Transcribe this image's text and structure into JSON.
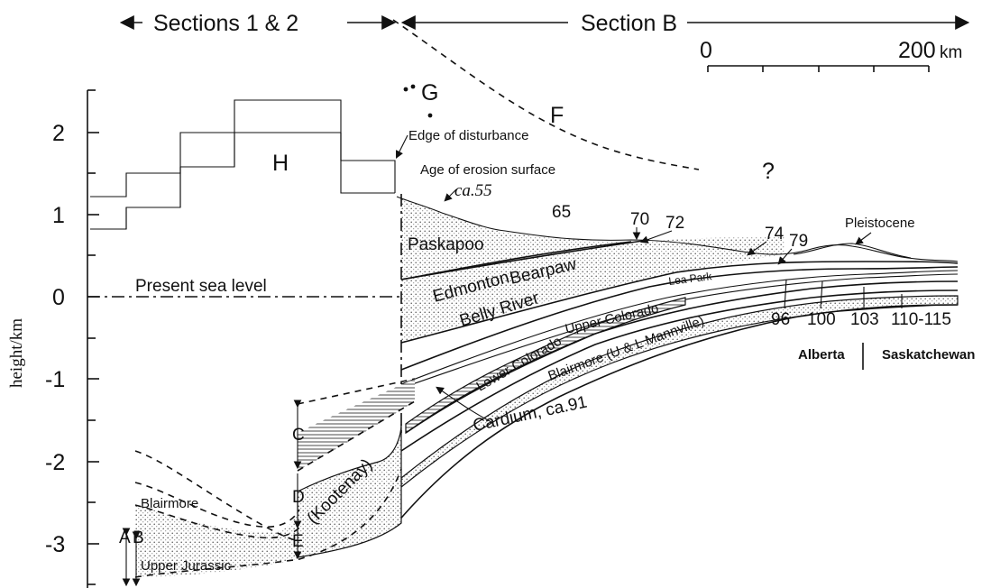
{
  "header": {
    "left_section": "Sections 1 & 2",
    "right_section": "Section B"
  },
  "scale_bar": {
    "start": "0",
    "end": "200",
    "unit": "km"
  },
  "axis": {
    "label": "height/km",
    "ticks": [
      "2",
      "1",
      "0",
      "-1",
      "-2",
      "-3"
    ]
  },
  "curves": {
    "F": "F",
    "G": "G",
    "H": "H",
    "unknown": "?"
  },
  "annotations": {
    "edge": "Edge of disturbance",
    "erosion_age": "Age of erosion surface",
    "ca55": "ca.55",
    "sea_level": "Present sea level",
    "pleistocene": "Pleistocene",
    "cardium": "Cardium, ca.91",
    "alberta": "Alberta",
    "saskatchewan": "Saskatchewan"
  },
  "ages": [
    "65",
    "70",
    "72",
    "74",
    "79",
    "96",
    "100",
    "103",
    "110-115"
  ],
  "formations": {
    "paskapoo": "Paskapoo",
    "edmonton": "Edmonton",
    "bearpaw": "Bearpaw",
    "lea_park": "Lea Park",
    "belly_river": "Belly River",
    "upper_colorado": "Upper Colorado",
    "lower_colorado": "Lower Colorado",
    "blairmore_mannville": "Blairmore (U & L Mannville)",
    "kootenay": "(Kootenay)",
    "blairmore": "Blairmore",
    "upper_jurassic": "Upper Jurassic"
  },
  "range_markers": [
    "A",
    "B",
    "C",
    "D",
    "E"
  ]
}
